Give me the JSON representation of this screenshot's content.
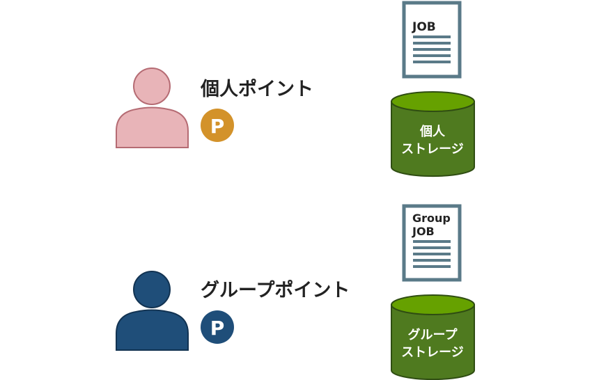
{
  "individual": {
    "title": "個人ポイント",
    "badge": "P",
    "badge_color": "#d3922a",
    "person_color": "#e8b4b8",
    "person_stroke": "#b56b73",
    "job_label": "JOB",
    "storage_line1": "個人",
    "storage_line2": "ストレージ"
  },
  "group": {
    "title": "グループポイント",
    "badge": "P",
    "badge_color": "#1f4e79",
    "person_color": "#1f4e79",
    "person_stroke": "#123352",
    "job_line1": "Group",
    "job_line2": "JOB",
    "storage_line1": "グループ",
    "storage_line2": "ストレージ"
  },
  "colors": {
    "doc_border": "#5a7a88",
    "doc_lines": "#5a7a88",
    "cylinder_body": "#4f7a1f",
    "cylinder_top": "#66a100",
    "cylinder_stroke": "#2f4d12"
  }
}
